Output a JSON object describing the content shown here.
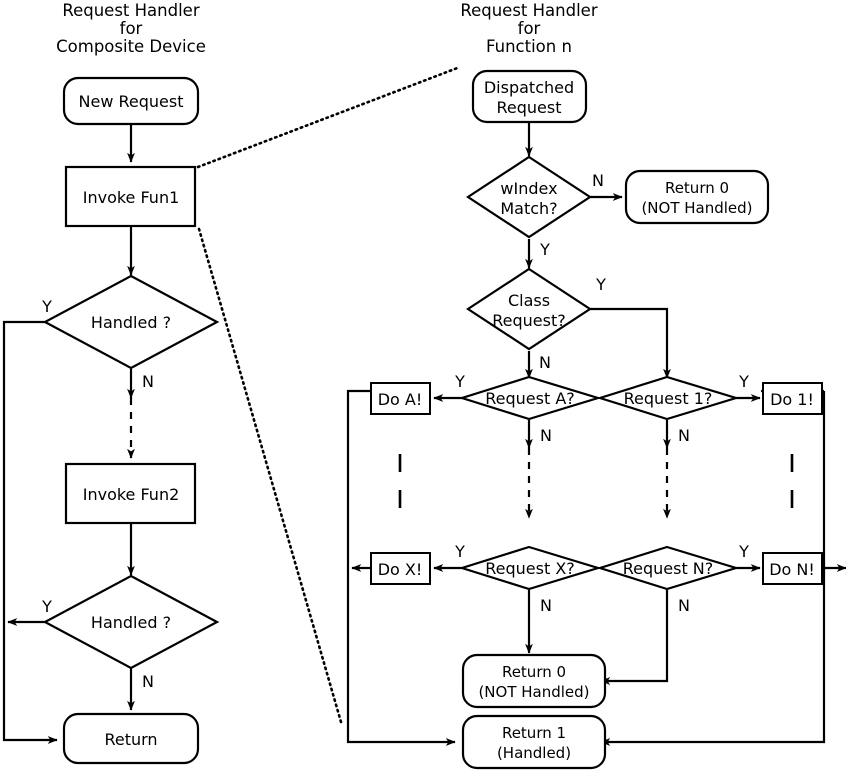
{
  "diagram": {
    "title_left_lines": [
      "Request Handler",
      "for",
      "Composite Device"
    ],
    "title_right_lines": [
      "Request Handler",
      "for",
      "Function n"
    ]
  },
  "left_panel": {
    "nodes": {
      "new_request": "New Request",
      "invoke_fun1": "Invoke Fun1",
      "handled_1": "Handled ?",
      "invoke_fun2": "Invoke Fun2",
      "handled_2": "Handled ?",
      "return": "Return"
    },
    "labels": {
      "handled1_yes": "Y",
      "handled1_no": "N",
      "handled2_yes": "Y",
      "handled2_no": "N"
    }
  },
  "right_panel": {
    "nodes": {
      "dispatched_request_l1": "Dispatched",
      "dispatched_request_l2": "Request",
      "windex_match_l1": "wIndex",
      "windex_match_l2": "Match?",
      "return0_top_l1": "Return 0",
      "return0_top_l2": "(NOT Handled)",
      "class_request_l1": "Class",
      "class_request_l2": "Request?",
      "request_a": "Request A?",
      "request_1": "Request 1?",
      "request_x": "Request X?",
      "request_n": "Request N?",
      "do_a": "Do A!",
      "do_1": "Do 1!",
      "do_x": "Do X!",
      "do_n": "Do N!",
      "return0_bottom_l1": "Return 0",
      "return0_bottom_l2": "(NOT Handled)",
      "return1_l1": "Return 1",
      "return1_l2": "(Handled)"
    },
    "labels": {
      "windex_no": "N",
      "windex_yes": "Y",
      "class_yes": "Y",
      "class_no": "N",
      "req_a_yes": "Y",
      "req_a_no": "N",
      "req_1_yes": "Y",
      "req_1_no": "N",
      "req_x_yes": "Y",
      "req_x_no": "N",
      "req_n_yes": "Y",
      "req_n_no": "N"
    }
  },
  "colors": {
    "stroke": "#000000",
    "fill": "#ffffff",
    "background": "#ffffff"
  }
}
